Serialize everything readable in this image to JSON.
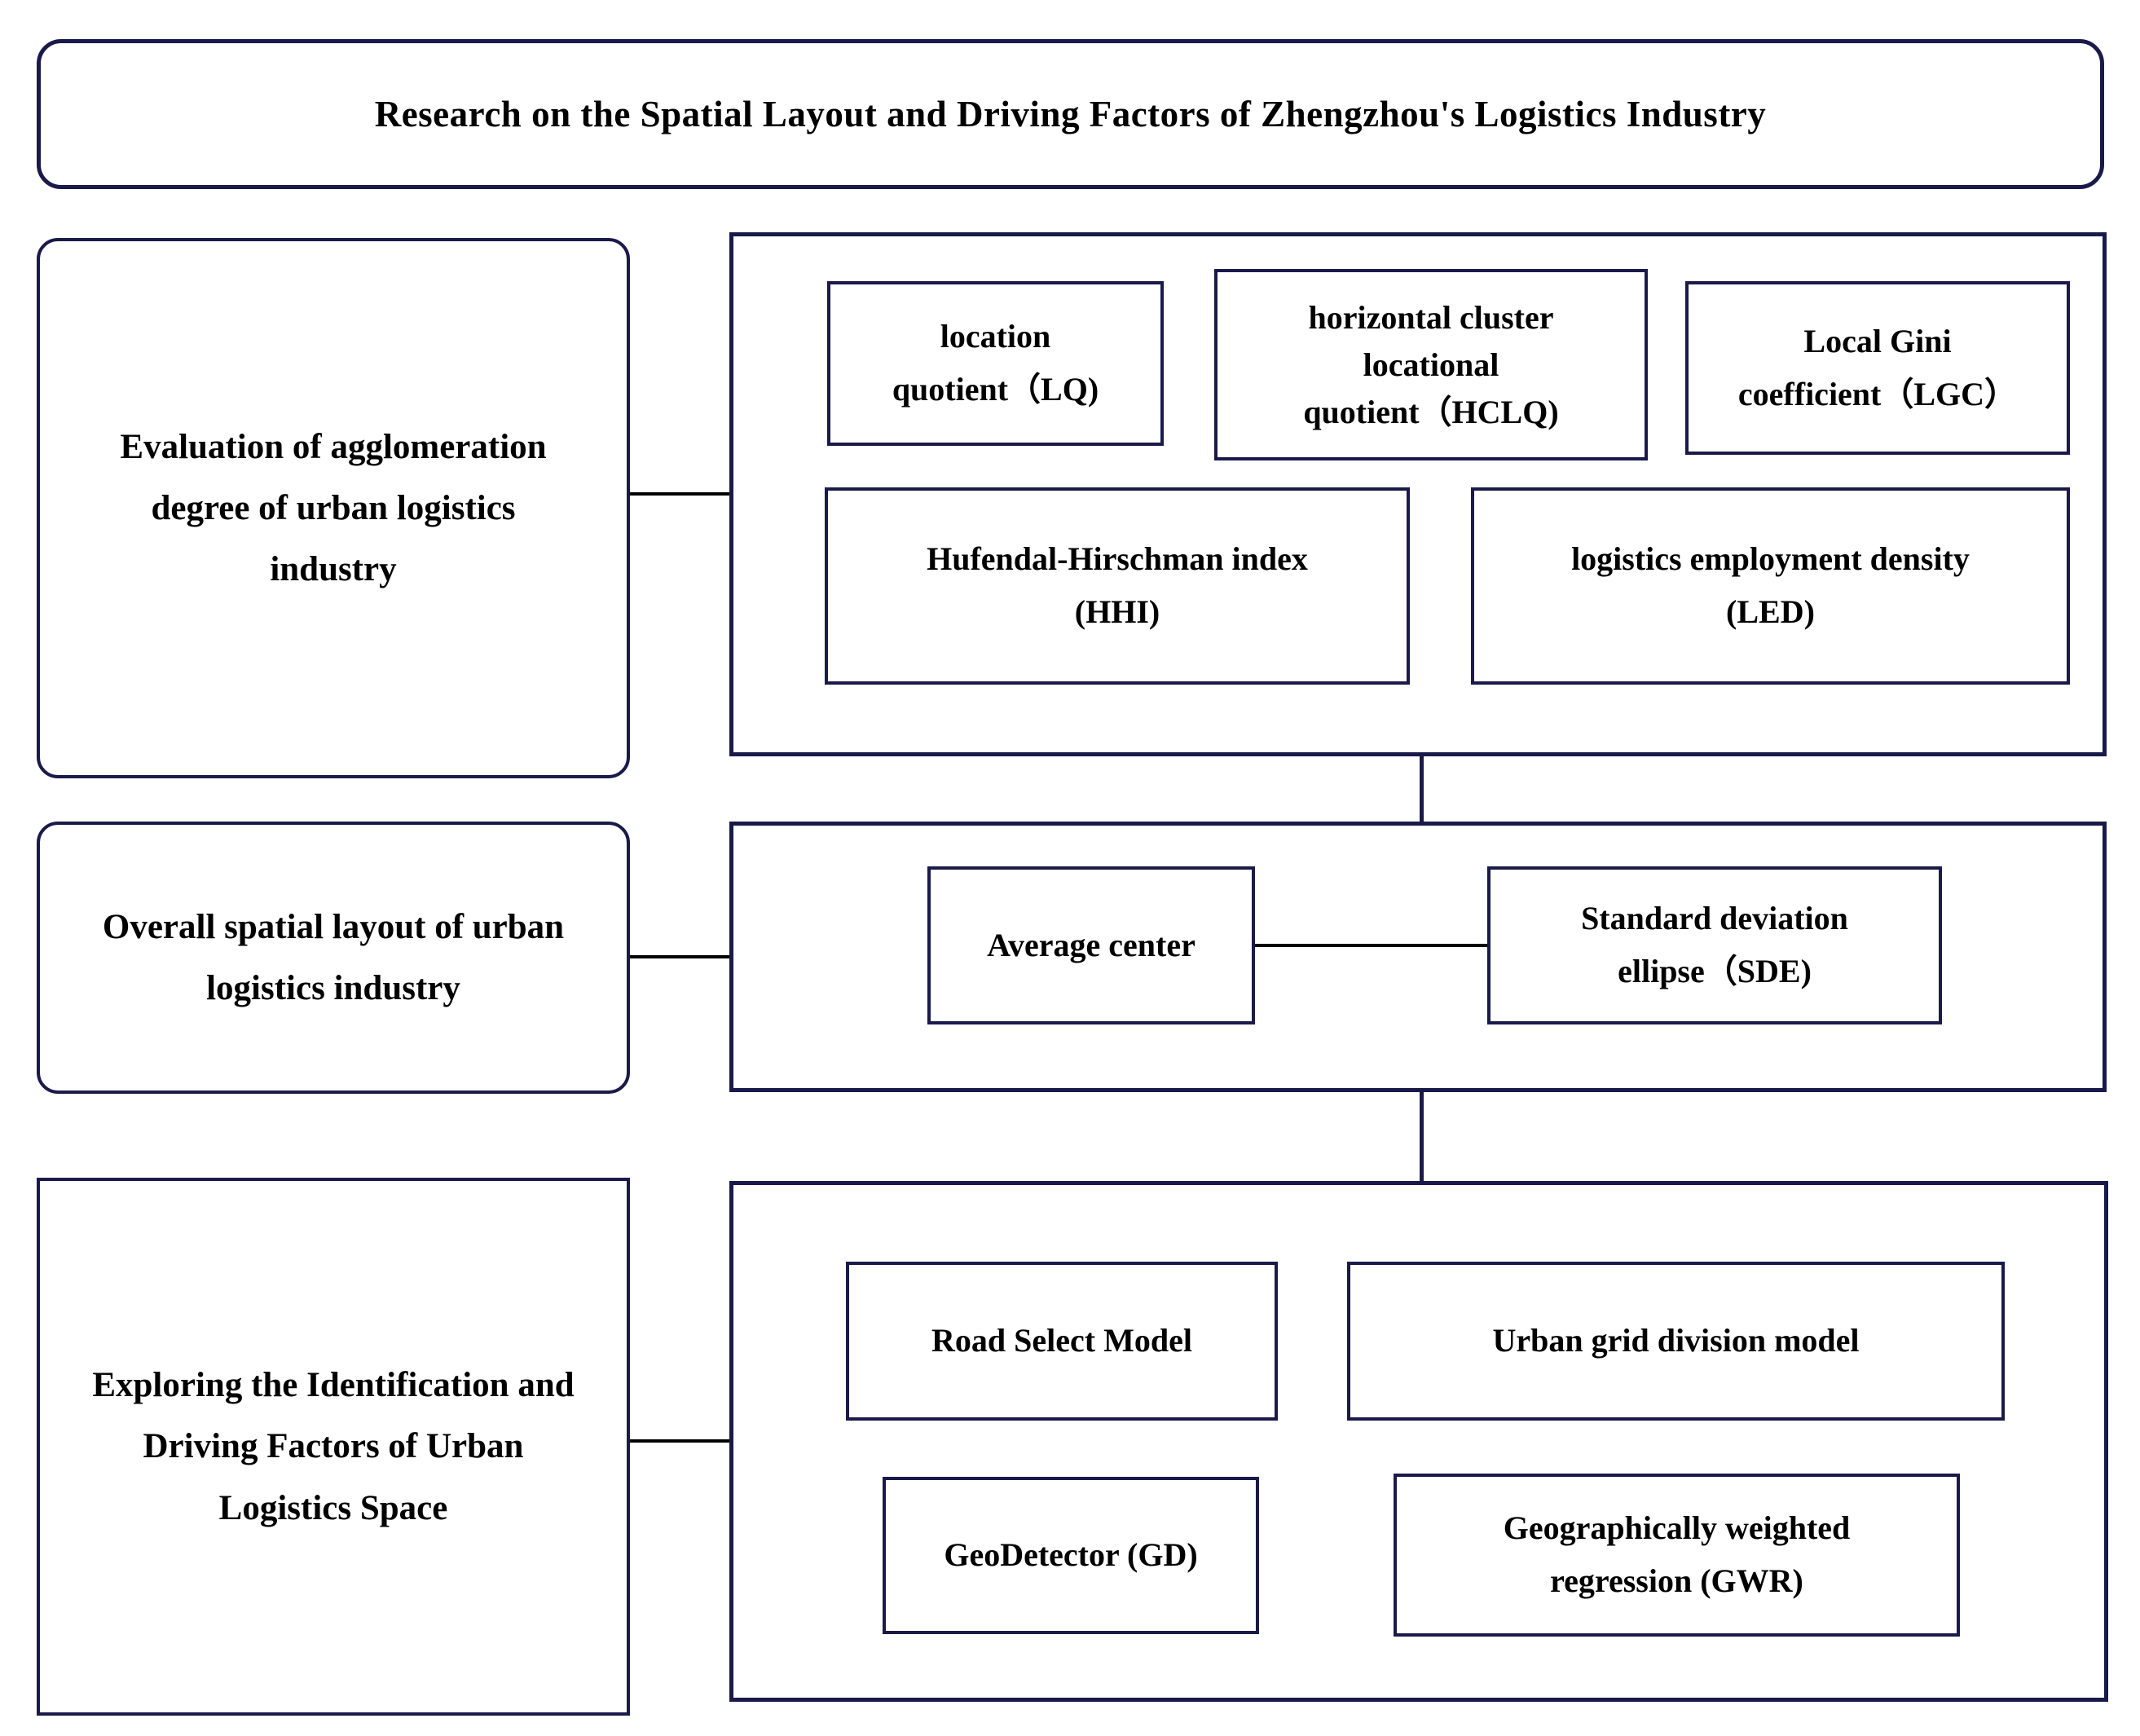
{
  "page": {
    "background": "#ffffff"
  },
  "colors": {
    "box_border": "#1a1a4a",
    "connector": "#000000",
    "text": "#000000"
  },
  "nodes": {
    "title": "Research on the Spatial Layout and Driving Factors of Zhengzhou's Logistics Industry",
    "row1_left": "Evaluation of agglomeration\ndegree of urban logistics\nindustry",
    "lq": "location\nquotient（LQ)",
    "hclq": "horizontal cluster\nlocational\nquotient（HCLQ)",
    "lgc": "Local Gini\ncoefficient（LGC）",
    "hhi": "Hufendal-Hirschman index\n(HHI)",
    "led": "logistics employment density\n(LED)",
    "row2_left": "Overall spatial layout of urban\nlogistics industry",
    "avg_center": "Average center",
    "sde": "Standard deviation\nellipse（SDE)",
    "row3_left": "Exploring the Identification and\nDriving Factors of Urban\nLogistics Space",
    "road_select": "Road Select Model",
    "urban_grid": "Urban grid division model",
    "geodetector": "GeoDetector (GD)",
    "gwr": "Geographically weighted\nregression (GWR)"
  }
}
